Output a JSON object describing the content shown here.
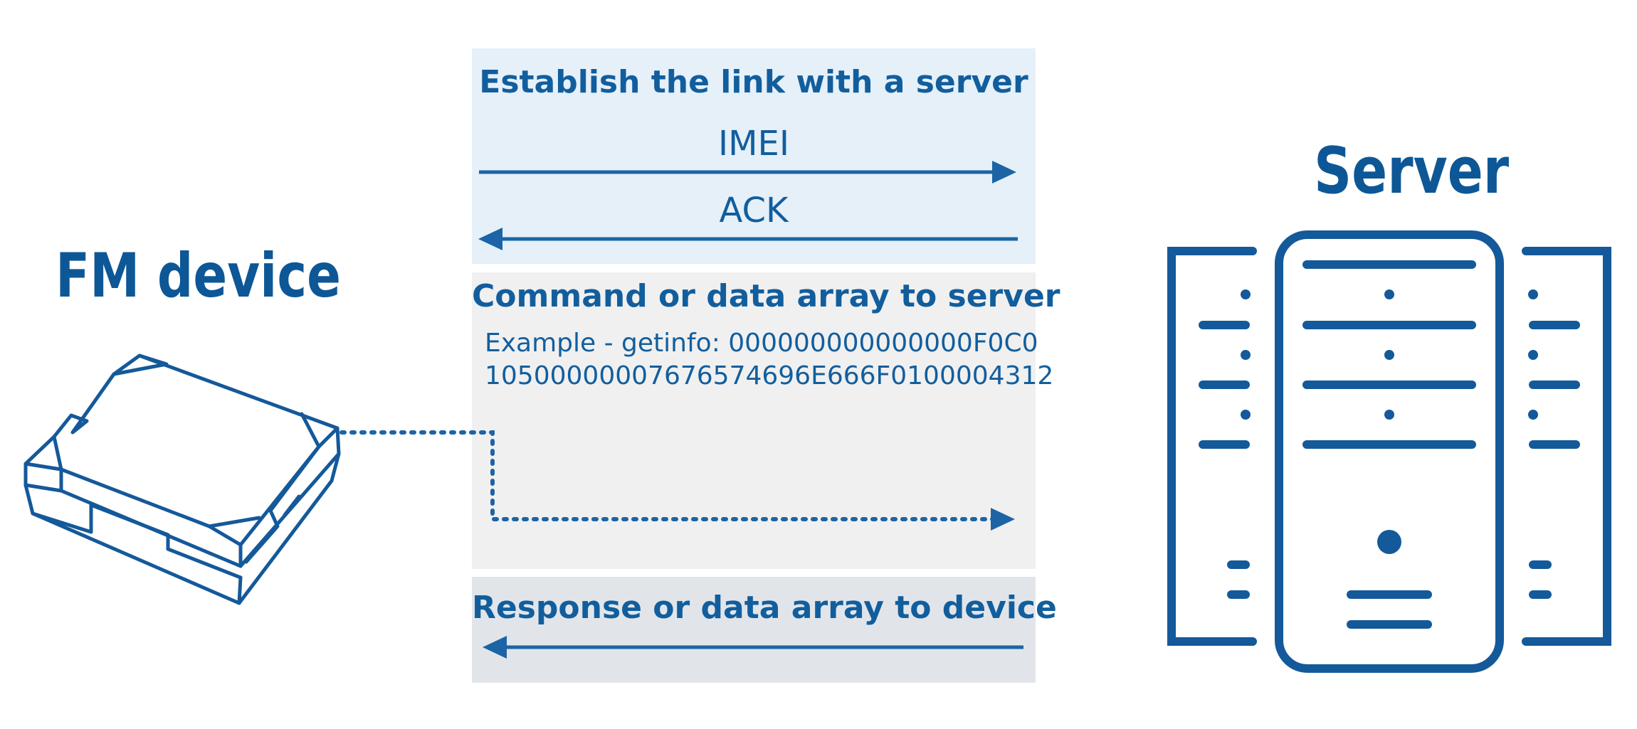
{
  "device": {
    "title": "FM device"
  },
  "server": {
    "title": "Server"
  },
  "handshake": {
    "title": "Establish the link with a server",
    "outgoing_message": "IMEI",
    "incoming_message": "ACK"
  },
  "command": {
    "title": "Command or data array to server",
    "example_line_1": "Example - getinfo: 000000000000000F0C0",
    "example_line_2": "10500000007676574696E666F0100004312"
  },
  "response": {
    "title": "Response or data array to device"
  },
  "colors": {
    "primary": "#125e9d",
    "handshake_panel": "#e5f0f9",
    "command_panel": "#f0f0f0",
    "response_panel": "#e1e5ea"
  }
}
